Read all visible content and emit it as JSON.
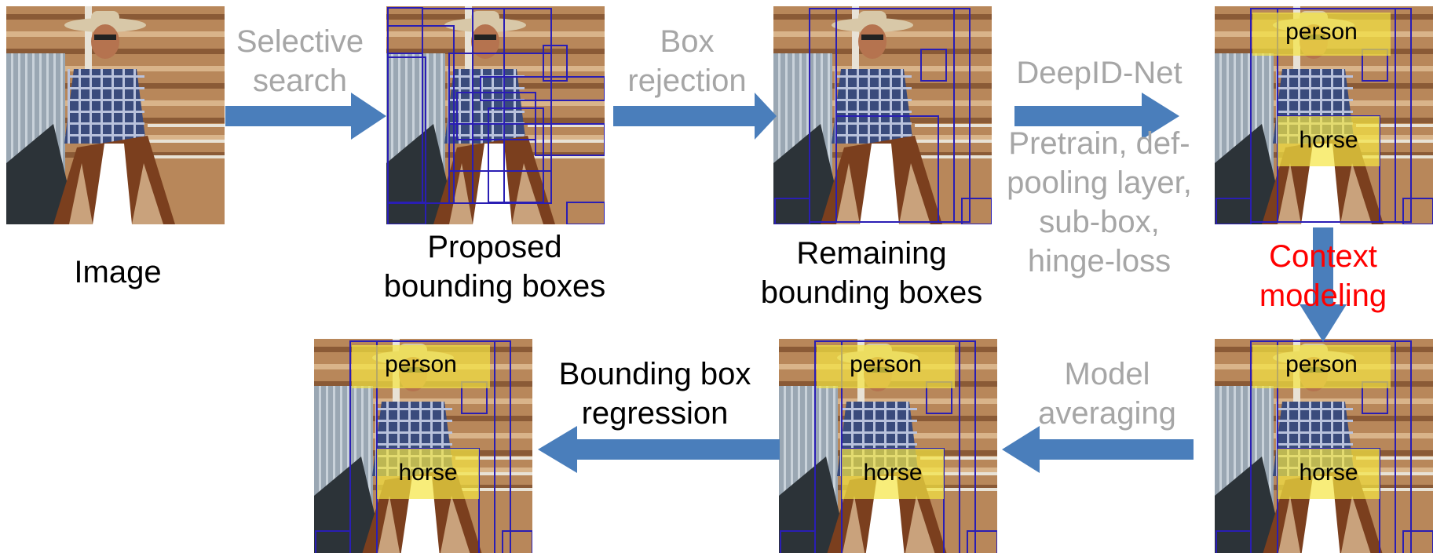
{
  "colors": {
    "arrow": "#4a7ebb",
    "box": "#2a1eb4",
    "highlight": "#f5e642",
    "step_text": "#a6a6a6",
    "context_text": "#ff0000"
  },
  "labels": {
    "image": "Image",
    "proposed": "Proposed bounding boxes",
    "remaining": "Remaining bounding boxes",
    "bbox_regression": "Bounding box regression"
  },
  "steps": {
    "selective_search": "Selective search",
    "box_rejection": "Box rejection",
    "deepid_net": "DeepID-Net",
    "deepid_details": "Pretrain, def-pooling layer, sub-box, hinge-loss",
    "context_modeling": "Context modeling",
    "model_averaging": "Model averaging"
  },
  "detections": {
    "person": "person",
    "horse": "horse"
  }
}
